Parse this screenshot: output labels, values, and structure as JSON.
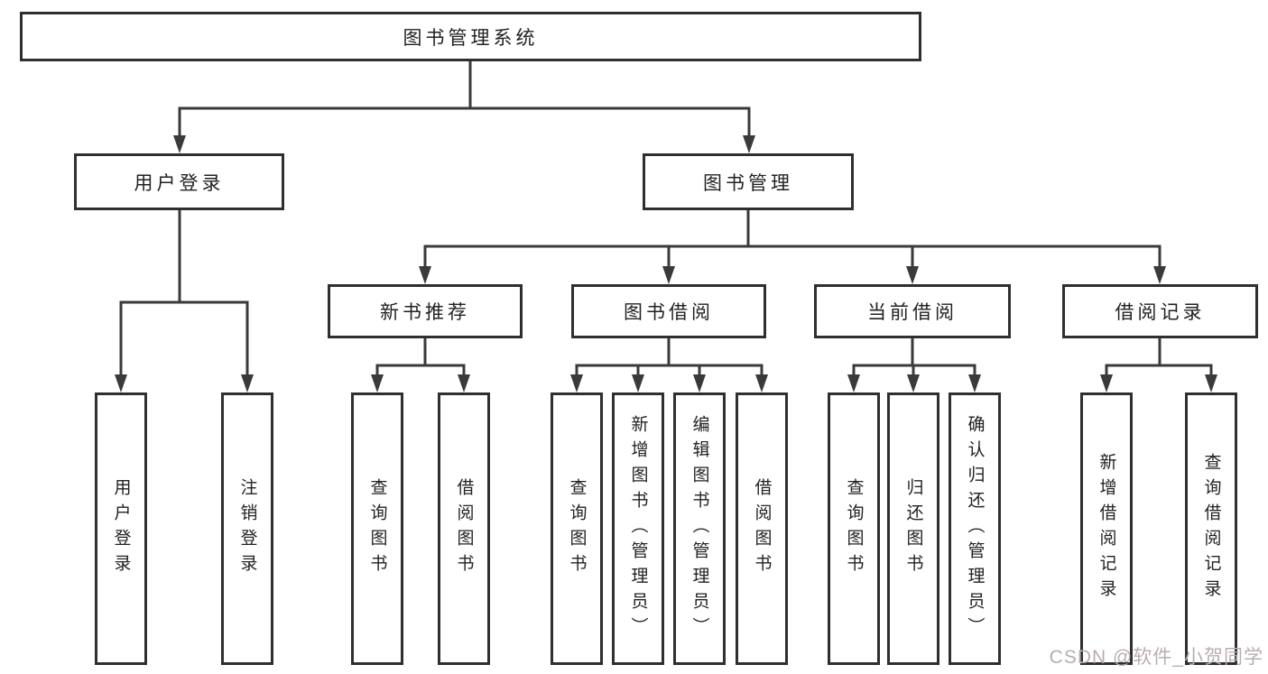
{
  "tree": {
    "label": "图书管理系统",
    "children": [
      {
        "label": "用户登录",
        "children": [
          {
            "label": "用户登录"
          },
          {
            "label": "注销登录"
          }
        ]
      },
      {
        "label": "图书管理",
        "children": [
          {
            "label": "新书推荐",
            "children": [
              {
                "label": "查询图书"
              },
              {
                "label": "借阅图书"
              }
            ]
          },
          {
            "label": "图书借阅",
            "children": [
              {
                "label": "查询图书"
              },
              {
                "label": "新增图书（管理员）"
              },
              {
                "label": "编辑图书（管理员）"
              },
              {
                "label": "借阅图书"
              }
            ]
          },
          {
            "label": "当前借阅",
            "children": [
              {
                "label": "查询图书"
              },
              {
                "label": "归还图书"
              },
              {
                "label": "确认归还（管理员）"
              }
            ]
          },
          {
            "label": "借阅记录",
            "children": [
              {
                "label": "新增借阅记录"
              },
              {
                "label": "查询借阅记录"
              }
            ]
          }
        ]
      }
    ]
  },
  "watermark": "CSDN @软件_小贺同学",
  "colors": {
    "line": "#3a3a3a",
    "border": "#2f2f2f",
    "text": "#222222",
    "box_fill": "#ffffff",
    "background": "#ffffff",
    "wm": "#b8aeae"
  }
}
